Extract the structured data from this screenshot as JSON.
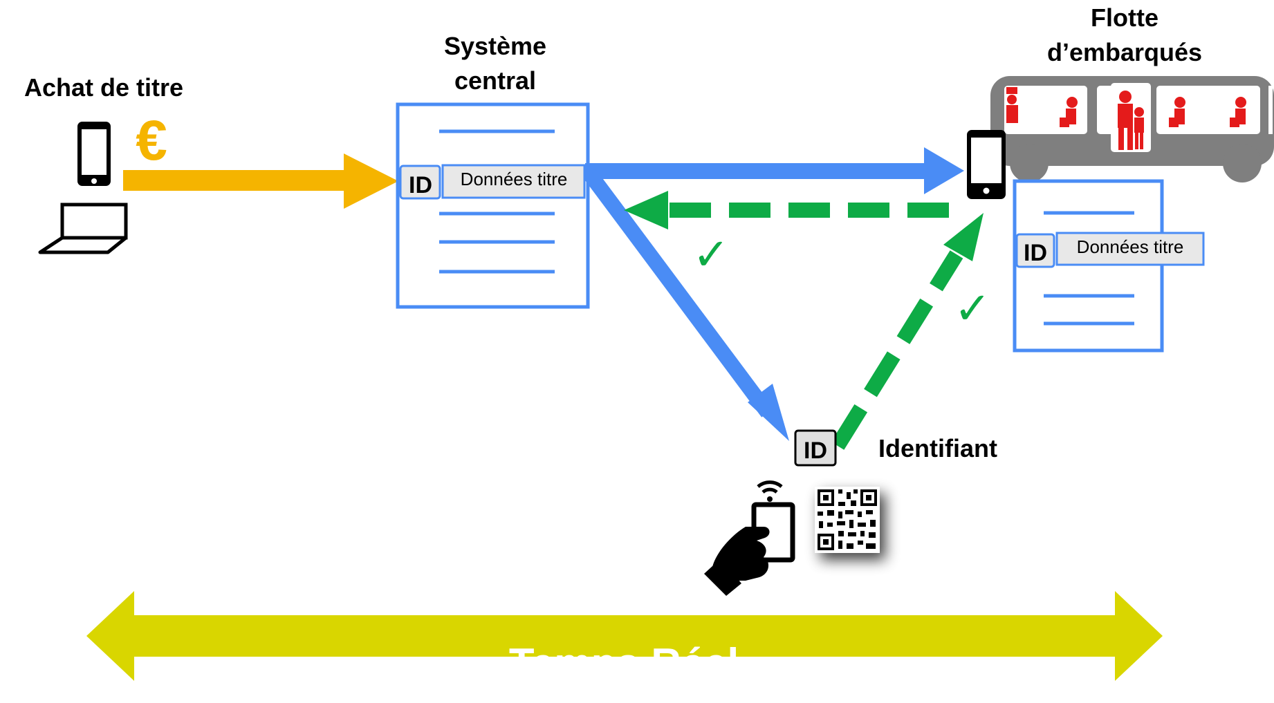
{
  "labels": {
    "purchase": "Achat de titre",
    "central_line1": "Système",
    "central_line2": "central",
    "fleet_line1": "Flotte",
    "fleet_line2": "d’embarqués",
    "identifier": "Identifiant",
    "realtime": "Temps Réel"
  },
  "records": {
    "central": {
      "id_tag": "ID",
      "data_label": "Données titre"
    },
    "fleet": {
      "id_tag": "ID",
      "data_label": "Données titre"
    },
    "identifier_tag": "ID"
  },
  "symbols": {
    "currency": "€",
    "check": "✓"
  },
  "colors": {
    "flow_blue": "#4a8cf5",
    "payment_orange": "#f5b400",
    "validation_green": "#0eab46",
    "realtime_yellow": "#d9d600",
    "bus_gray": "#7f7f7f",
    "passenger_red": "#e41b1b"
  }
}
